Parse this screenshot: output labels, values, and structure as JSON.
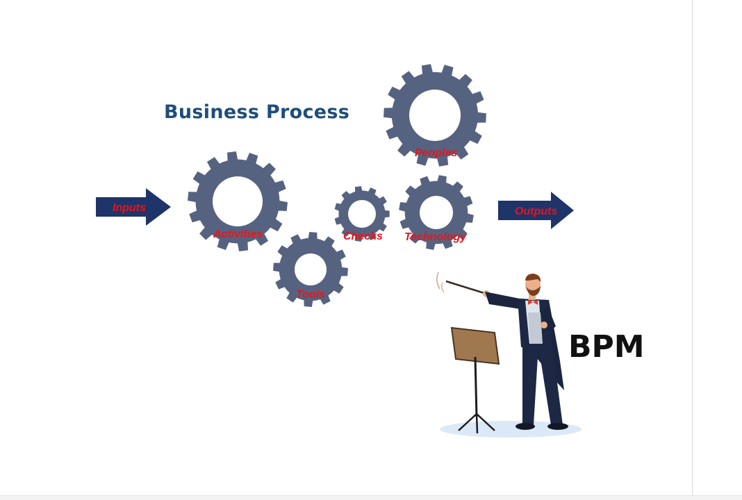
{
  "title": "Business Process",
  "badge": "BPM",
  "arrows": {
    "input": "Inputs",
    "output": "Outputs"
  },
  "gears": {
    "activities": "Activities",
    "tools": "Tools",
    "checks": "Checks",
    "technology": "Technology",
    "peoples": "Peoples"
  },
  "colors": {
    "gear": "#566380",
    "arrow": "#1f3468",
    "label": "#e8141c",
    "title": "#1f4e79"
  },
  "illustration": "conductor-with-baton-and-music-stand"
}
